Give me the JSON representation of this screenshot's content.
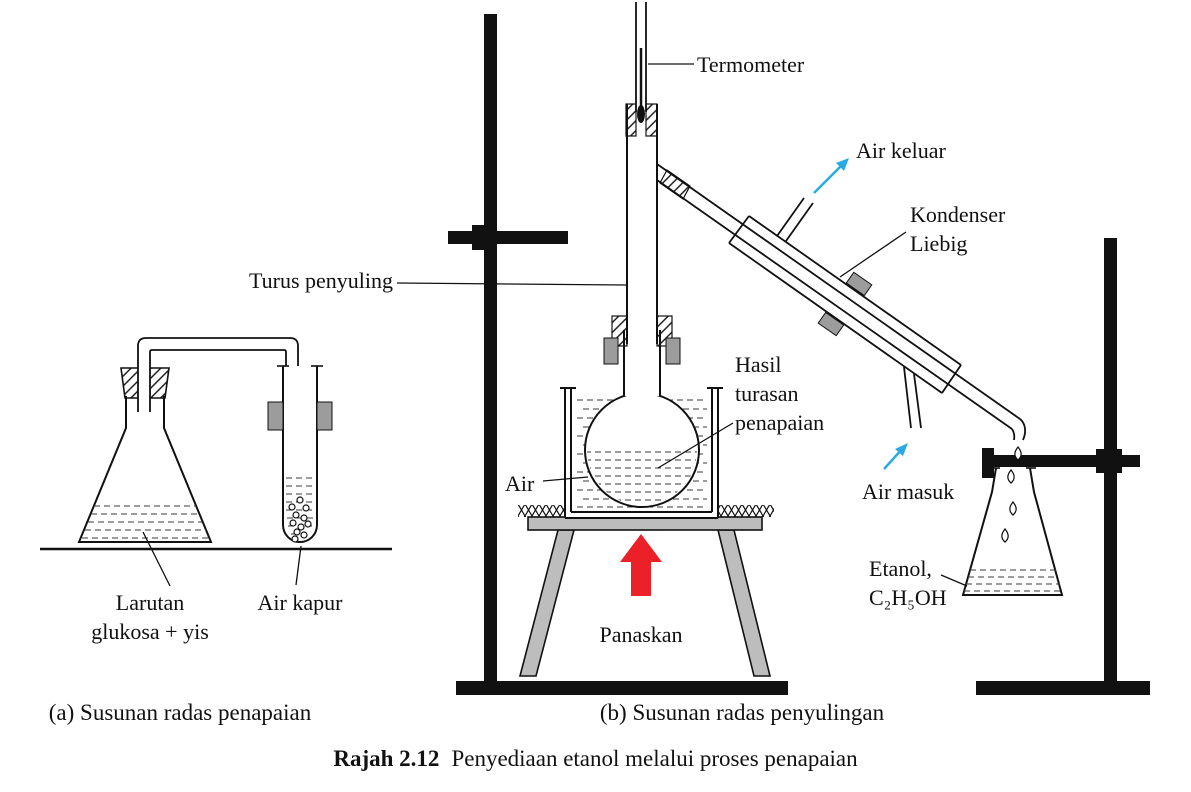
{
  "labels": {
    "thermometer": "Termometer",
    "water_out": "Air keluar",
    "condenser": "Kondenser\nLiebig",
    "column": "Turus penyuling",
    "distillate": "Hasil\nturasan\npenapaian",
    "water_bath": "Air",
    "water_in": "Air masuk",
    "product": "Etanol,\nC₂H₅OH",
    "heat": "Panaskan",
    "glucose_flask": "Larutan\nglukosa + yis",
    "lime_water": "Air kapur"
  },
  "captions": {
    "panel_a": "(a) Susunan radas penapaian",
    "panel_b": "(b) Susunan radas penyulingan",
    "figure_label": "Rajah 2.12",
    "figure_text": "Penyediaan etanol melalui proses penapaian"
  },
  "colors": {
    "water_arrow": "#29abe2",
    "heat_arrow": "#ec2028",
    "clamp_gray": "#9c9c9c",
    "tripod_gray": "#bdbdbd",
    "ink": "#111111"
  }
}
